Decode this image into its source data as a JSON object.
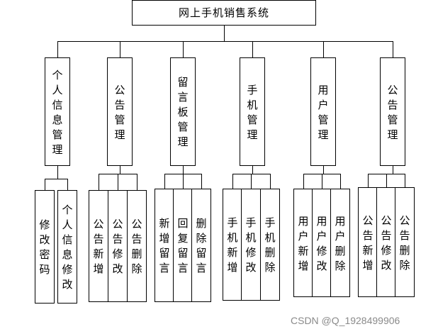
{
  "root": {
    "label": "网上手机销售系统"
  },
  "modules": [
    {
      "label": "个人信息管理",
      "children": [
        "修改密码",
        "个人信息修改"
      ]
    },
    {
      "label": "公告管理",
      "children": [
        "公告新增",
        "公告修改",
        "公告删除"
      ]
    },
    {
      "label": "留言板管理",
      "children": [
        "新增留言",
        "回复留言",
        "删除留言"
      ]
    },
    {
      "label": "手机管理",
      "children": [
        "手机新增",
        "手机修改",
        "手机删除"
      ]
    },
    {
      "label": "用户管理",
      "children": [
        "用户新增",
        "用户修改",
        "用户删除"
      ]
    },
    {
      "label": "公告管理",
      "children": [
        "公告新增",
        "公告修改",
        "公告删除"
      ]
    }
  ],
  "watermark": "CSDN @Q_1928499906"
}
